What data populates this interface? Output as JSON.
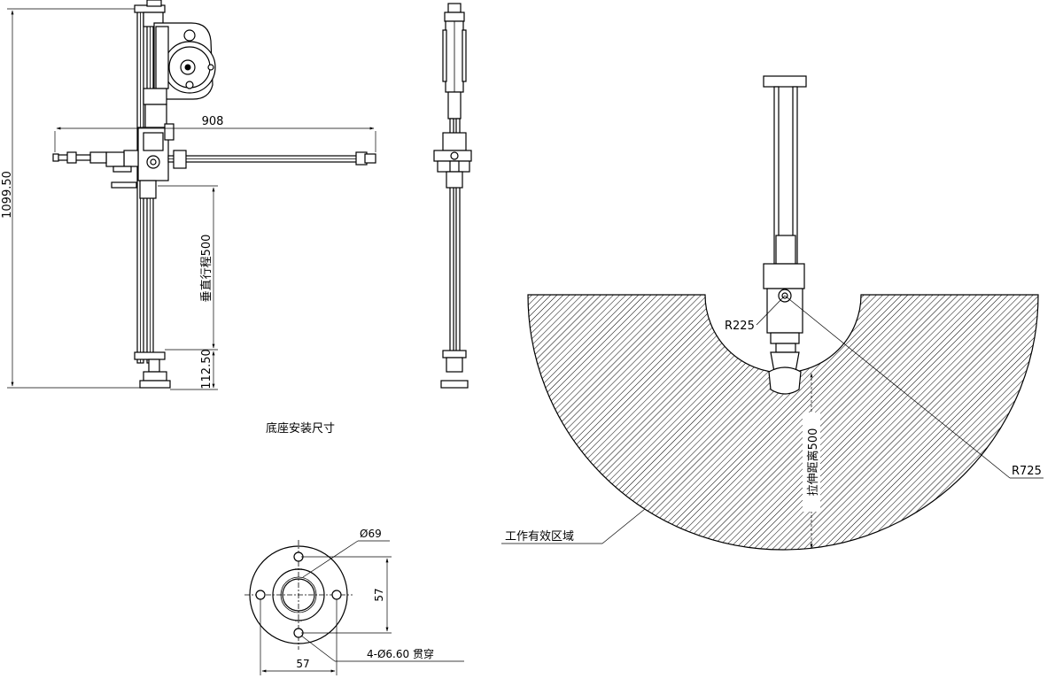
{
  "front_view": {
    "dim_overall_height": "1099.50",
    "dim_arm_length": "908",
    "dim_vertical_stroke": "垂直行程500",
    "dim_base_height": "112.50"
  },
  "base": {
    "caption": "底座安装尺寸",
    "dim_diameter": "Ø69",
    "dim_width": "57",
    "dim_height": "57",
    "dim_holes": "4-Ø6.60 贯穿"
  },
  "work_area": {
    "inner_radius": "R225",
    "outer_radius": "R725",
    "extension": "拉伸距离500",
    "label": "工作有效区域"
  }
}
